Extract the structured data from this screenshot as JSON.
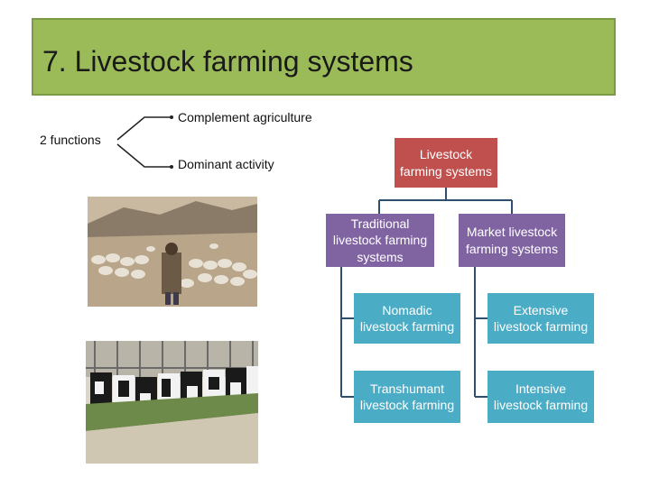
{
  "slide": {
    "title": "7. Livestock farming systems",
    "functions_label": "2 functions",
    "branch_top": "Complement agriculture",
    "branch_bottom": "Dominant activity"
  },
  "tree": {
    "root": "Livestock farming systems",
    "traditional": "Traditional livestock farming systems",
    "market": "Market livestock farming systems",
    "nomadic": "Nomadic livestock farming",
    "transhumant": "Transhumant livestock farming",
    "extensive": "Extensive livestock farming",
    "intensive": "Intensive livestock farming"
  },
  "colors": {
    "title_bg": "#9bbb59",
    "root_box": "#c0504d",
    "level2_box": "#8064a2",
    "level3_box": "#4bacc6"
  }
}
